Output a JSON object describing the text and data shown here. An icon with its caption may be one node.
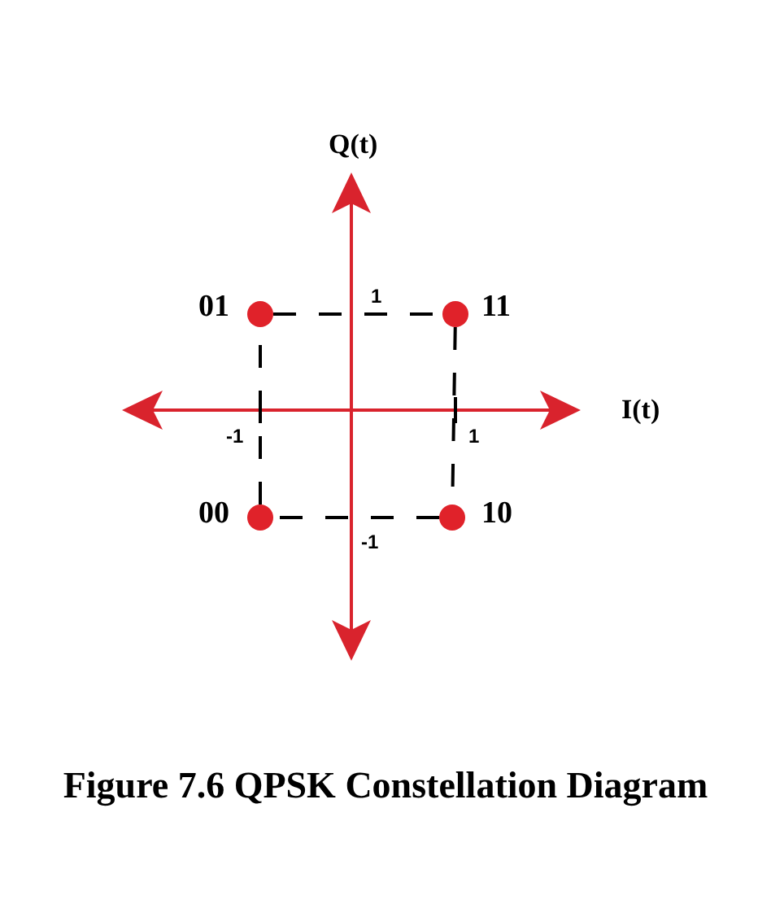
{
  "diagram": {
    "caption": "Figure 7.6 QPSK Constellation Diagram",
    "nodes": [
      {
        "text": [],
        "shape": "circle",
        "beside": [
          "01"
        ]
      },
      {
        "text": [],
        "shape": "circle",
        "beside": [
          "11"
        ]
      },
      {
        "text": [],
        "shape": "circle",
        "beside": [
          "00"
        ]
      },
      {
        "text": [],
        "shape": "circle",
        "beside": [
          "10"
        ]
      }
    ],
    "edges": [
      {
        "from": 0,
        "to": 1,
        "arrow": "none",
        "style": "dashed"
      },
      {
        "from": 1,
        "to": 3,
        "arrow": "none",
        "style": "dashed"
      },
      {
        "from": 3,
        "to": 2,
        "arrow": "none",
        "style": "dashed"
      },
      {
        "from": 2,
        "to": 0,
        "arrow": "none",
        "style": "dashed"
      }
    ],
    "labels": [
      "Q(t)",
      "1",
      "I(t)",
      "-1",
      "1",
      "-1"
    ]
  }
}
